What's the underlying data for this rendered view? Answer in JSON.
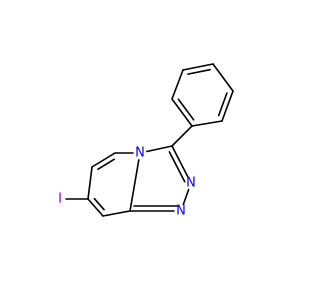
{
  "molecule": {
    "atoms": {
      "iodine": "I",
      "n_bridge": "N",
      "n_upper": "N",
      "n_lower": "N"
    },
    "colors": {
      "bond": "#000000",
      "iodine": "#9400d3",
      "nitrogen": "#0000ff"
    }
  }
}
